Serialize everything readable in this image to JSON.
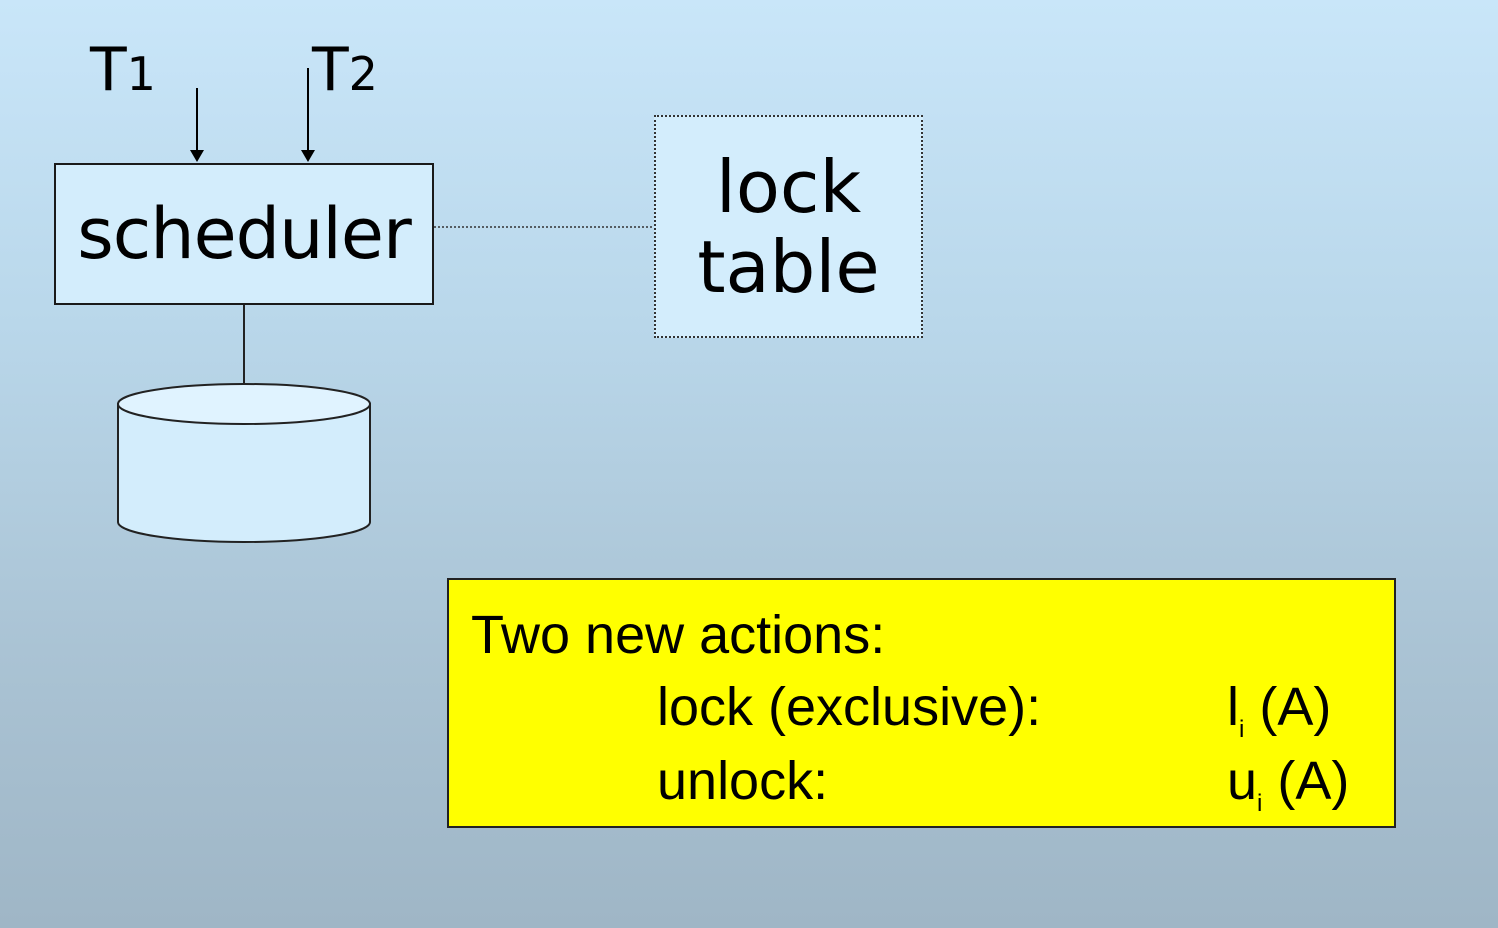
{
  "transactions": {
    "t1": {
      "letter": "T",
      "sub": "1"
    },
    "t2": {
      "letter": "T",
      "sub": "2"
    }
  },
  "scheduler_label": "scheduler",
  "lock_table": {
    "line1": "lock",
    "line2": "table"
  },
  "actions": {
    "heading": "Two new actions:",
    "lock_label": "lock (exclusive):",
    "lock_symbol": {
      "letter": "l",
      "sub": "i",
      "arg": " (A)"
    },
    "unlock_label": "unlock:",
    "unlock_symbol": {
      "letter": "u",
      "sub": "i",
      "arg": " (A)"
    }
  },
  "colors": {
    "box_fill": "#d3edfc",
    "note_fill": "#ffff00"
  }
}
